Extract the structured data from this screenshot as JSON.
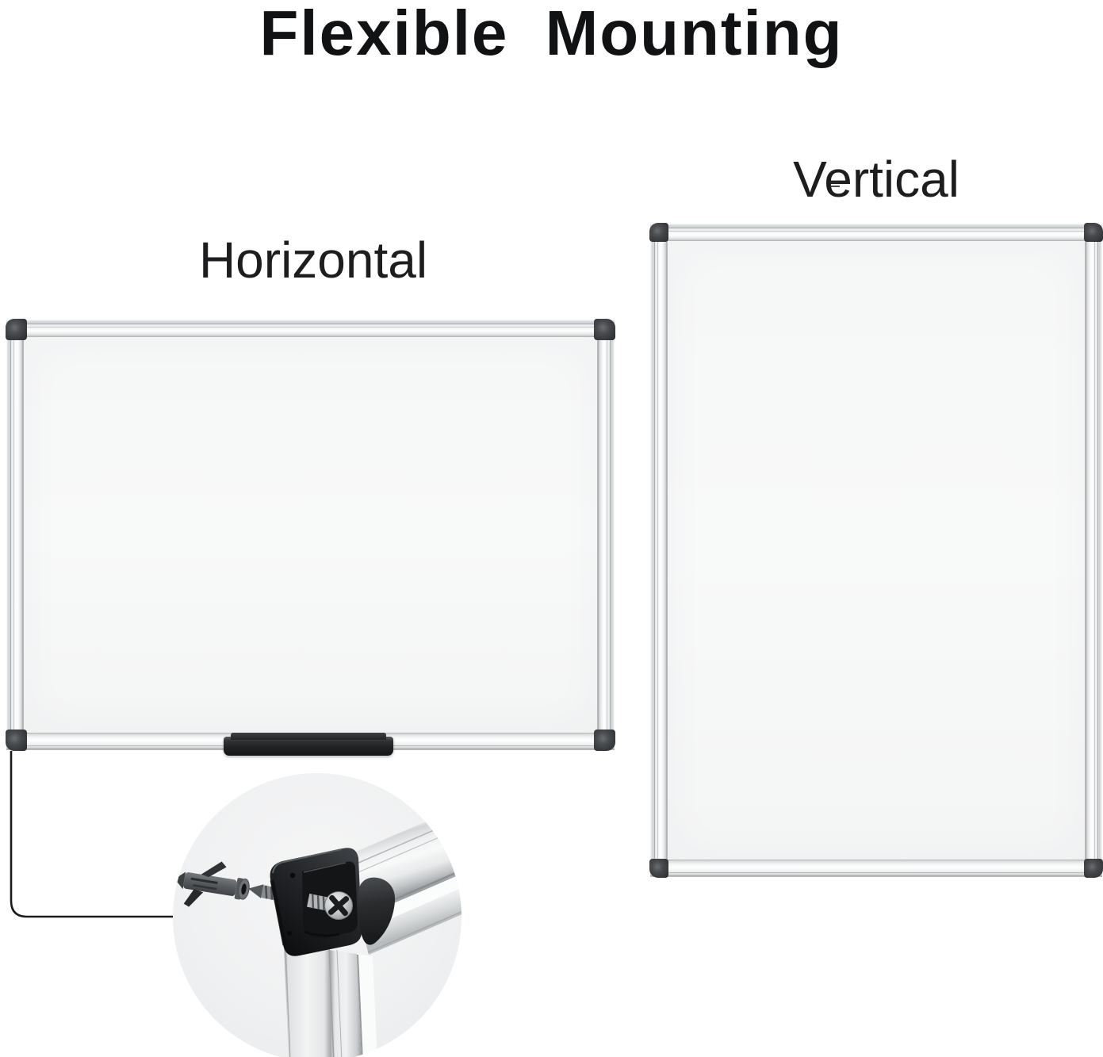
{
  "title": "Flexible Mounting",
  "boards": {
    "horizontal": {
      "label": "Horizontal",
      "orientation": "landscape"
    },
    "vertical": {
      "label": "Vertical",
      "orientation": "portrait"
    }
  },
  "detail_callout": {
    "parts": [
      "wall-anchor-icon",
      "mounting-screw-icon",
      "corner-bracket-icon",
      "aluminum-frame-corner"
    ]
  },
  "colors": {
    "background": "#ffffff",
    "title_text": "#111214",
    "label_text": "#1d1d1f",
    "frame_silver": "#d9dbdc",
    "corner_cap": "#3a3c3e",
    "marker_tray": "#1f2123",
    "detail_circle": "#f0f1f2",
    "leader_line": "#1c1c1c"
  }
}
